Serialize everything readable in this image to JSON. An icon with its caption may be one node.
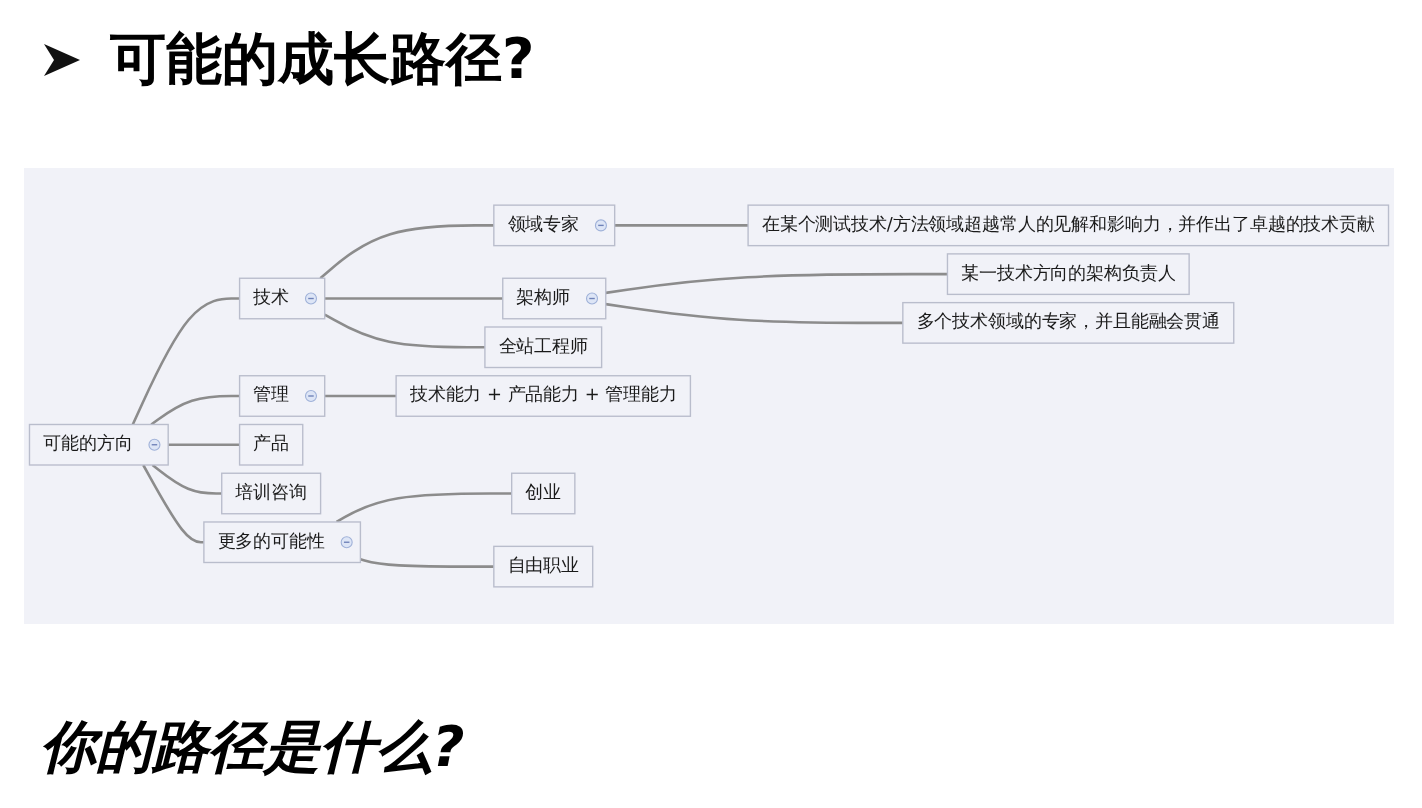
{
  "diagram": {
    "title": "可能的成长路径?",
    "nodes": [
      {
        "text": [
          "可能的方向"
        ]
      },
      {
        "text": [
          "技术"
        ]
      },
      {
        "text": [
          "领域专家"
        ]
      },
      {
        "text": [
          "在某个测试技术/方法领域超越常人的见解和影响力，并作出了卓越的技术贡献"
        ]
      },
      {
        "text": [
          "架构师"
        ]
      },
      {
        "text": [
          "某一技术方向的架构负责人"
        ]
      },
      {
        "text": [
          "多个技术领域的专家，并且能融会贯通"
        ]
      },
      {
        "text": [
          "全站工程师"
        ]
      },
      {
        "text": [
          "管理"
        ]
      },
      {
        "text": [
          "技术能力 + 产品能力 + 管理能力"
        ]
      },
      {
        "text": [
          "产品"
        ]
      },
      {
        "text": [
          "培训咨询"
        ]
      },
      {
        "text": [
          "更多的可能性"
        ]
      },
      {
        "text": [
          "创业"
        ]
      },
      {
        "text": [
          "自由职业"
        ]
      }
    ],
    "edges": [
      {
        "from": 0,
        "to": 1,
        "arrow": "none"
      },
      {
        "from": 1,
        "to": 2,
        "arrow": "none"
      },
      {
        "from": 2,
        "to": 3,
        "arrow": "none"
      },
      {
        "from": 1,
        "to": 4,
        "arrow": "none"
      },
      {
        "from": 4,
        "to": 5,
        "arrow": "none"
      },
      {
        "from": 4,
        "to": 6,
        "arrow": "none"
      },
      {
        "from": 1,
        "to": 7,
        "arrow": "none"
      },
      {
        "from": 0,
        "to": 8,
        "arrow": "none"
      },
      {
        "from": 8,
        "to": 9,
        "arrow": "none"
      },
      {
        "from": 0,
        "to": 10,
        "arrow": "none"
      },
      {
        "from": 0,
        "to": 11,
        "arrow": "none"
      },
      {
        "from": 0,
        "to": 12,
        "arrow": "none"
      },
      {
        "from": 12,
        "to": 13,
        "arrow": "none"
      },
      {
        "from": 12,
        "to": 14,
        "arrow": "none"
      }
    ],
    "labels": [
      "你的路径是什么?"
    ]
  }
}
